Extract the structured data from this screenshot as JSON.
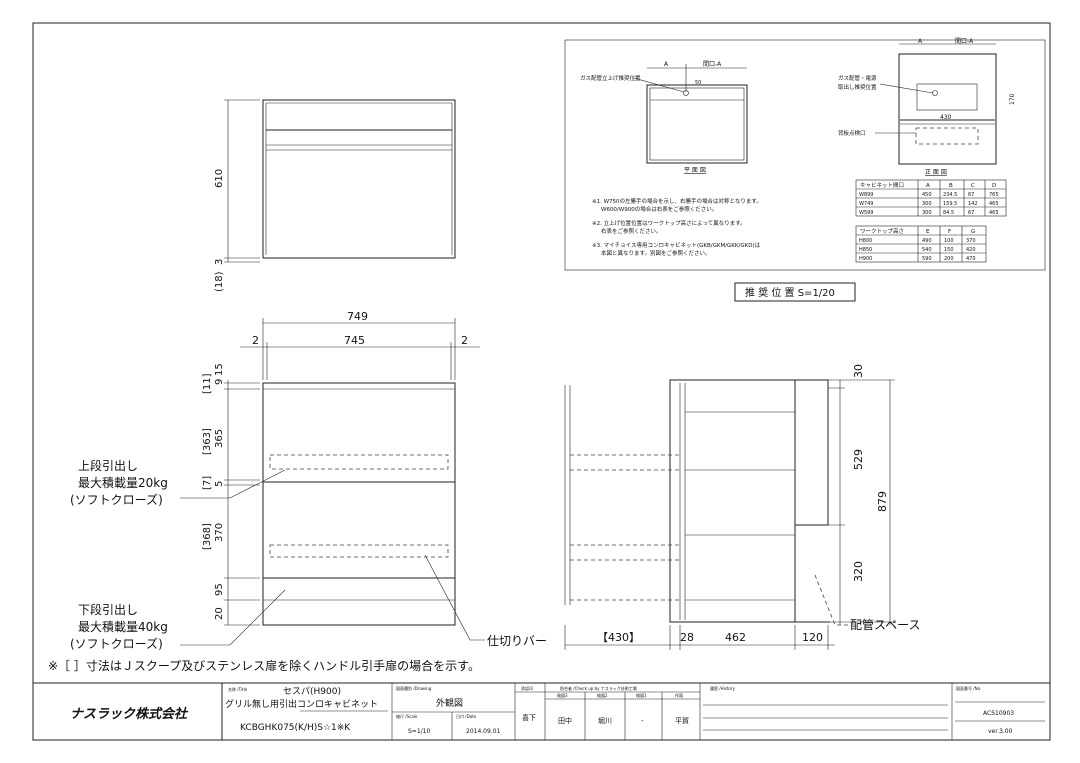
{
  "inset": {
    "plan_label": "平 面 図",
    "front_label": "正 面 図",
    "gas_plan": "ガス配管立上げ推奨位置",
    "gas_front_1": "ガス配管・電源",
    "gas_front_2": "取出し推奨位置",
    "back_hole": "背板点検口",
    "opening": "間口-A",
    "dim_a": "A",
    "dim_430": "430",
    "dim_170": "170",
    "dim_50": "50",
    "notes": [
      "※1. W750の左勝手の場合を示し、右勝手の場合は対称となります。",
      "W600/W900の場合は右表をご参照ください。",
      "※2. 立上げ位置位置はワークトップ高さによって異なります。",
      "右表をご参照ください。",
      "※3. マイチョイス専用コンロキャビネット(GKB/GKM/GKK/GKD)は",
      "本図と異なります。別図をご参照ください。"
    ],
    "table1": {
      "headers": [
        "キャビネット間口",
        "A",
        "B",
        "C",
        "D"
      ],
      "rows": [
        [
          "W899",
          "450",
          "234.5",
          "67",
          "765"
        ],
        [
          "W749",
          "300",
          "159.5",
          "142",
          "465"
        ],
        [
          "W599",
          "300",
          "84.5",
          "67",
          "465"
        ]
      ]
    },
    "table2": {
      "headers": [
        "ワークトップ高さ",
        "E",
        "F",
        "G"
      ],
      "rows": [
        [
          "H800",
          "490",
          "100",
          "370"
        ],
        [
          "H850",
          "540",
          "150",
          "420"
        ],
        [
          "H900",
          "590",
          "200",
          "470"
        ]
      ]
    },
    "caption": "推 奨 位 置 S=1/20"
  },
  "dims": {
    "top_610": "610",
    "top_3": "3",
    "top_18": "(18)",
    "w749": "749",
    "w745": "745",
    "w2a": "2",
    "w2b": "2",
    "d9": "9",
    "d15": "15",
    "d11": "[11]",
    "d365": "365",
    "d363": "[363]",
    "d5": "5",
    "d7": "[7]",
    "d370": "370",
    "d368": "[368]",
    "d95": "95",
    "d20": "20",
    "s30": "30",
    "s529": "529",
    "s320": "320",
    "s879": "879",
    "b430": "【430】",
    "b28": "28",
    "b462": "462",
    "b120": "120"
  },
  "labels": {
    "upper_1": "上段引出し",
    "upper_2": "最大積載量20kg",
    "upper_3": "(ソフトクローズ)",
    "lower_1": "下段引出し",
    "lower_2": "最大積載量40kg",
    "lower_3": "(ソフトクローズ)",
    "partition": "仕切りバー",
    "piping": "配管スペース",
    "footnote": "※［ ］寸法はＪスクープ及びステンレス扉を除くハンドル引手扉の場合を示す。"
  },
  "titleblock": {
    "company": "ナスラック株式会社",
    "title_label": "名称 /Title",
    "title_1": "セスパ(H900)",
    "title_2": "グリル無し用引出コンロキャビネット",
    "model": "KCBGHK075(K/H)S☆1※K",
    "drawing_label": "図面種別 /Drawing",
    "drawing": "外観図",
    "scale_label": "縮尺 /Scale",
    "scale": "S=1/10",
    "date_label": "日付 /Date",
    "date": "2014.09.01",
    "approver_label": "承認印",
    "approver": "喜下",
    "check_label": "照合者 /Check up by ナスラック技術工場",
    "check_cols": [
      "検図3",
      "検図2",
      "検図1",
      "作図"
    ],
    "check_vals": [
      "田中",
      "堀川",
      "-",
      "平賀"
    ],
    "history_label": "履歴 /History",
    "no_label": "図面番号 /No.",
    "no": "ACS10903",
    "version": "ver.3.00"
  }
}
